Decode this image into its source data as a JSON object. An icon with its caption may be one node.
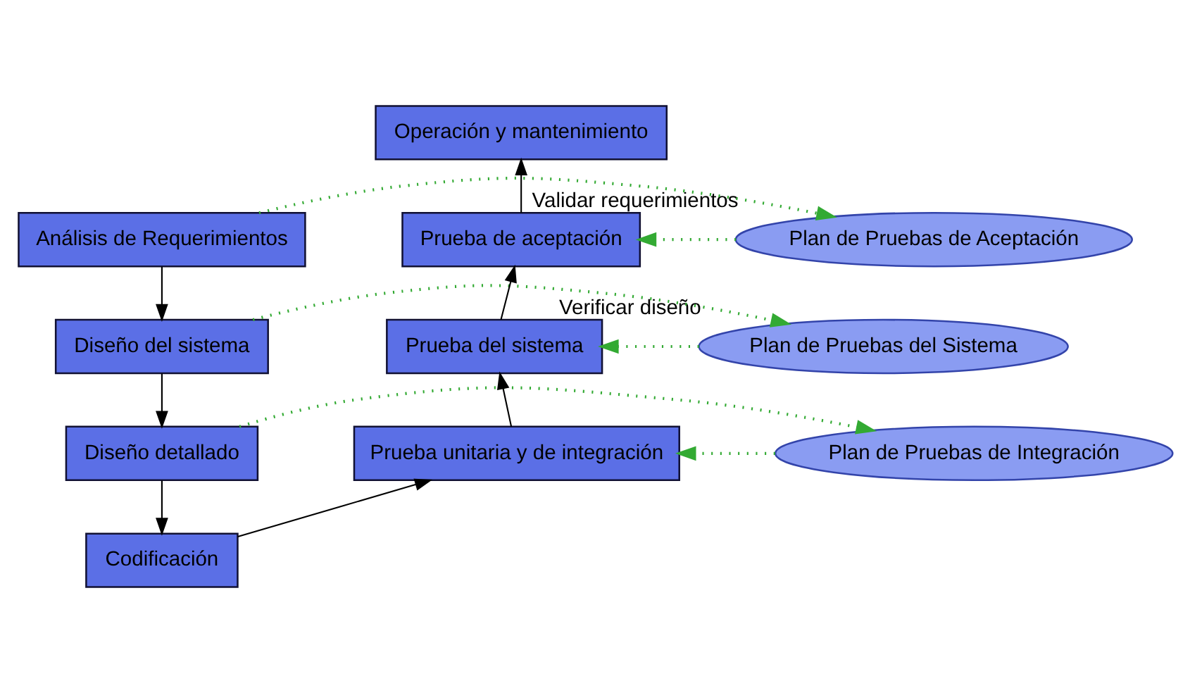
{
  "diagram": {
    "nodes": [
      {
        "text": [
          "Análisis de Requerimientos"
        ]
      },
      {
        "text": [
          "Plan de Pruebas de Aceptación"
        ],
        "beside": [
          "Validar requerimientos"
        ]
      },
      {
        "text": [
          "Prueba de aceptación"
        ]
      },
      {
        "text": [
          "Operación y mantenimiento"
        ]
      },
      {
        "text": [
          "Diseño del sistema"
        ]
      },
      {
        "text": [
          "Plan de Pruebas del Sistema"
        ],
        "beside": [
          "Verificar diseño"
        ]
      },
      {
        "text": [
          "Prueba del sistema"
        ]
      },
      {
        "text": [
          "Diseño detallado"
        ]
      },
      {
        "text": [
          "Plan de Pruebas de Integración"
        ]
      },
      {
        "text": [
          "Prueba unitaria y de integración"
        ]
      },
      {
        "text": [
          "Codificación"
        ]
      }
    ],
    "edges": [
      {
        "from": 0,
        "to": 1,
        "arrow": "to",
        "style": "dashed",
        "color": "#33aa33"
      },
      {
        "from": 1,
        "to": 2,
        "arrow": "to",
        "style": "dashed",
        "color": "#33aa33"
      },
      {
        "from": 4,
        "to": 5,
        "arrow": "to",
        "style": "dashed",
        "color": "#33aa33"
      },
      {
        "from": 5,
        "to": 6,
        "arrow": "to",
        "style": "dashed",
        "color": "#33aa33"
      },
      {
        "from": 7,
        "to": 8,
        "arrow": "to",
        "style": "dashed",
        "color": "#33aa33"
      },
      {
        "from": 8,
        "to": 9,
        "arrow": "to",
        "style": "dashed",
        "color": "#33aa33"
      },
      {
        "from": 0,
        "to": 4,
        "arrow": "to"
      },
      {
        "from": 4,
        "to": 7,
        "arrow": "to"
      },
      {
        "from": 7,
        "to": 10,
        "arrow": "to"
      },
      {
        "from": 10,
        "to": 9,
        "arrow": "to"
      },
      {
        "from": 9,
        "to": 6,
        "arrow": "to"
      },
      {
        "from": 6,
        "to": 2,
        "arrow": "to"
      },
      {
        "from": 2,
        "to": 3,
        "arrow": "to"
      }
    ]
  }
}
